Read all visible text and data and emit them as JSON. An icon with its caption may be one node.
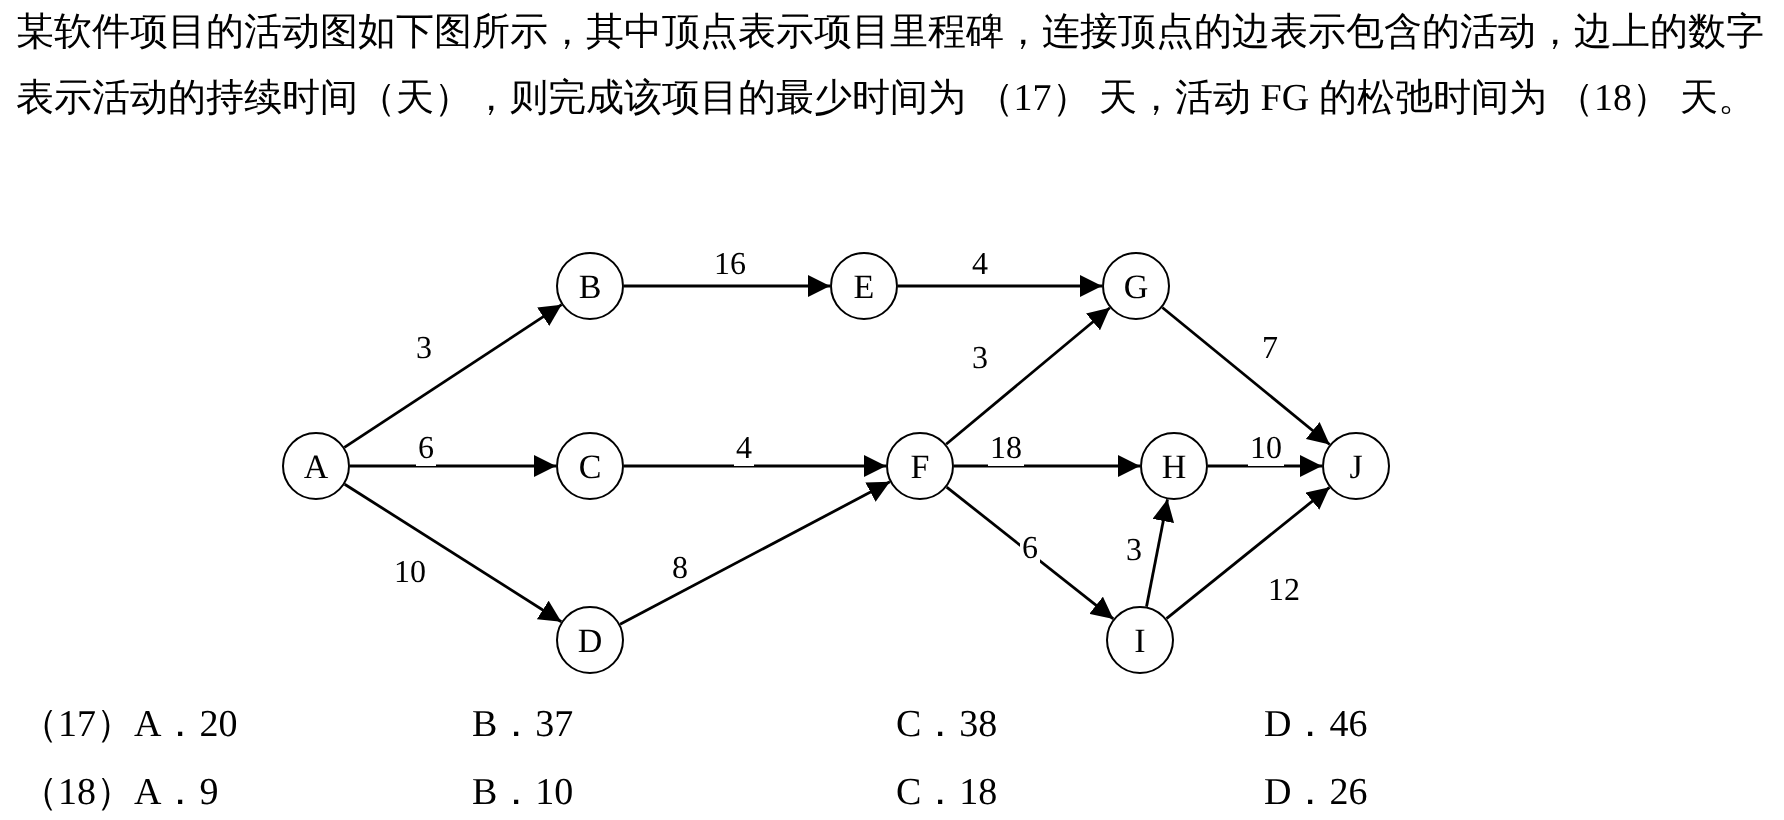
{
  "diagram": {
    "title": "某软件项目的活动图如下图所示，其中顶点表示项目里程碑，连接顶点的边表示包含的活动，边上的数字表示活动的持续时间（天），则完成该项目的最少时间为 （17） 天，活动 FG 的松弛时间为 （18） 天。",
    "nodes": [
      {
        "text": [
          "A"
        ]
      },
      {
        "text": [
          "B"
        ]
      },
      {
        "text": [
          "C"
        ]
      },
      {
        "text": [
          "D"
        ]
      },
      {
        "text": [
          "E"
        ]
      },
      {
        "text": [
          "F"
        ]
      },
      {
        "text": [
          "G"
        ]
      },
      {
        "text": [
          "H"
        ]
      },
      {
        "text": [
          "I"
        ]
      },
      {
        "text": [
          "J"
        ]
      }
    ],
    "edges": [
      {
        "from": 0,
        "to": 1,
        "arrow": "to",
        "label": "3"
      },
      {
        "from": 0,
        "to": 2,
        "arrow": "to",
        "label": "6"
      },
      {
        "from": 0,
        "to": 3,
        "arrow": "to",
        "label": "10"
      },
      {
        "from": 1,
        "to": 4,
        "arrow": "to",
        "label": "16"
      },
      {
        "from": 2,
        "to": 5,
        "arrow": "to",
        "label": "4"
      },
      {
        "from": 3,
        "to": 5,
        "arrow": "to",
        "label": "8"
      },
      {
        "from": 4,
        "to": 6,
        "arrow": "to",
        "label": "4"
      },
      {
        "from": 5,
        "to": 6,
        "arrow": "to",
        "label": "3"
      },
      {
        "from": 5,
        "to": 7,
        "arrow": "to",
        "label": "18"
      },
      {
        "from": 5,
        "to": 8,
        "arrow": "to",
        "label": "6"
      },
      {
        "from": 6,
        "to": 9,
        "arrow": "to",
        "label": "7"
      },
      {
        "from": 7,
        "to": 9,
        "arrow": "to",
        "label": "10"
      },
      {
        "from": 8,
        "to": 7,
        "arrow": "to",
        "label": "3"
      },
      {
        "from": 8,
        "to": 9,
        "arrow": "to",
        "label": "12"
      }
    ],
    "labels": [
      "（17）A．20",
      "B．37",
      "C．38",
      "D．46",
      "（18）A．9",
      "B．10",
      "C．18",
      "D．26"
    ]
  }
}
